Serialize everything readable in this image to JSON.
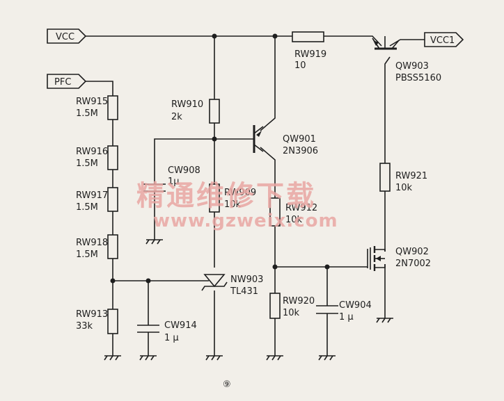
{
  "ports": {
    "vcc": "VCC",
    "pfc": "PFC",
    "vcc1": "VCC1"
  },
  "components": {
    "rw919": {
      "ref": "RW919",
      "value": "10"
    },
    "qw903": {
      "ref": "QW903",
      "value": "PBSS5160"
    },
    "rw910": {
      "ref": "RW910",
      "value": "2k"
    },
    "qw901": {
      "ref": "QW901",
      "value": "2N3906"
    },
    "cw908": {
      "ref": "CW908",
      "value": "1μ"
    },
    "rw909": {
      "ref": "RW909",
      "value": "10k"
    },
    "rw912": {
      "ref": "RW912",
      "value": "10k"
    },
    "rw921": {
      "ref": "RW921",
      "value": "10k"
    },
    "qw902": {
      "ref": "QW902",
      "value": "2N7002"
    },
    "rw915": {
      "ref": "RW915",
      "value": "1.5M"
    },
    "rw916": {
      "ref": "RW916",
      "value": "1.5M"
    },
    "rw917": {
      "ref": "RW917",
      "value": "1.5M"
    },
    "rw918": {
      "ref": "RW918",
      "value": "1.5M"
    },
    "rw913": {
      "ref": "RW913",
      "value": "33k"
    },
    "cw914": {
      "ref": "CW914",
      "value": "1 μ"
    },
    "nw903": {
      "ref": "NW903",
      "value": "TL431"
    },
    "rw920": {
      "ref": "RW920",
      "value": "10k"
    },
    "cw904": {
      "ref": "CW904",
      "value": "1 μ"
    }
  },
  "watermark": {
    "chinese": "精通维修下载",
    "url": "www.gzweix.com"
  },
  "figure_number": "⑨",
  "colors": {
    "ink": "#1e1e1e",
    "paper": "#f2efe9",
    "watermark": "#e9a7a3"
  }
}
